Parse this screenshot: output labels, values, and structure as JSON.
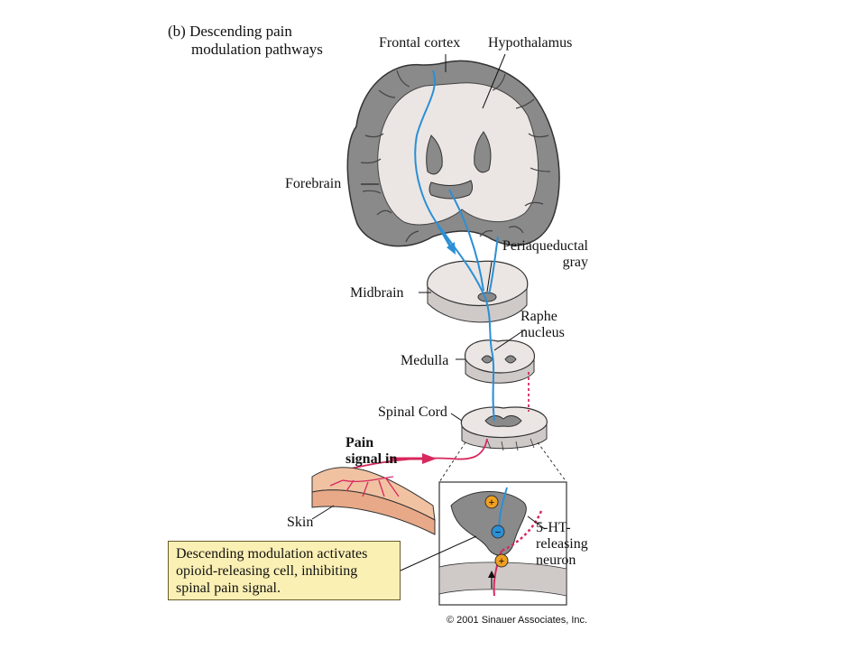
{
  "heading": {
    "panel_letter": "(b)",
    "line1": "Descending pain",
    "line2": "modulation pathways"
  },
  "labels": {
    "frontal_cortex": "Frontal cortex",
    "hypothalamus": "Hypothalamus",
    "forebrain": "Forebrain",
    "periaqueductal_1": "Periaqueductal",
    "periaqueductal_2": "gray",
    "midbrain": "Midbrain",
    "raphe_1": "Raphe",
    "raphe_2": "nucleus",
    "medulla": "Medulla",
    "spinal_cord": "Spinal Cord",
    "pain_1": "Pain",
    "pain_2": "signal in",
    "skin": "Skin",
    "ht_1": "5-HT-",
    "ht_2": "releasing",
    "ht_3": "neuron"
  },
  "caption": {
    "line1": "Descending modulation activates",
    "line2": "opioid-releasing cell, inhibiting",
    "line3": "spinal pain signal."
  },
  "copyright": "© 2001 Sinauer Associates, Inc.",
  "colors": {
    "descending_pathway": "#2b8fd6",
    "pain_pathway": "#d8285e",
    "brain_gray": "#8a8a8a",
    "tissue_light": "#ebe6e4",
    "skin": "#f1c2a2",
    "caption_fill": "#fbf0b4",
    "excitatory_marker": "#f0a020"
  }
}
